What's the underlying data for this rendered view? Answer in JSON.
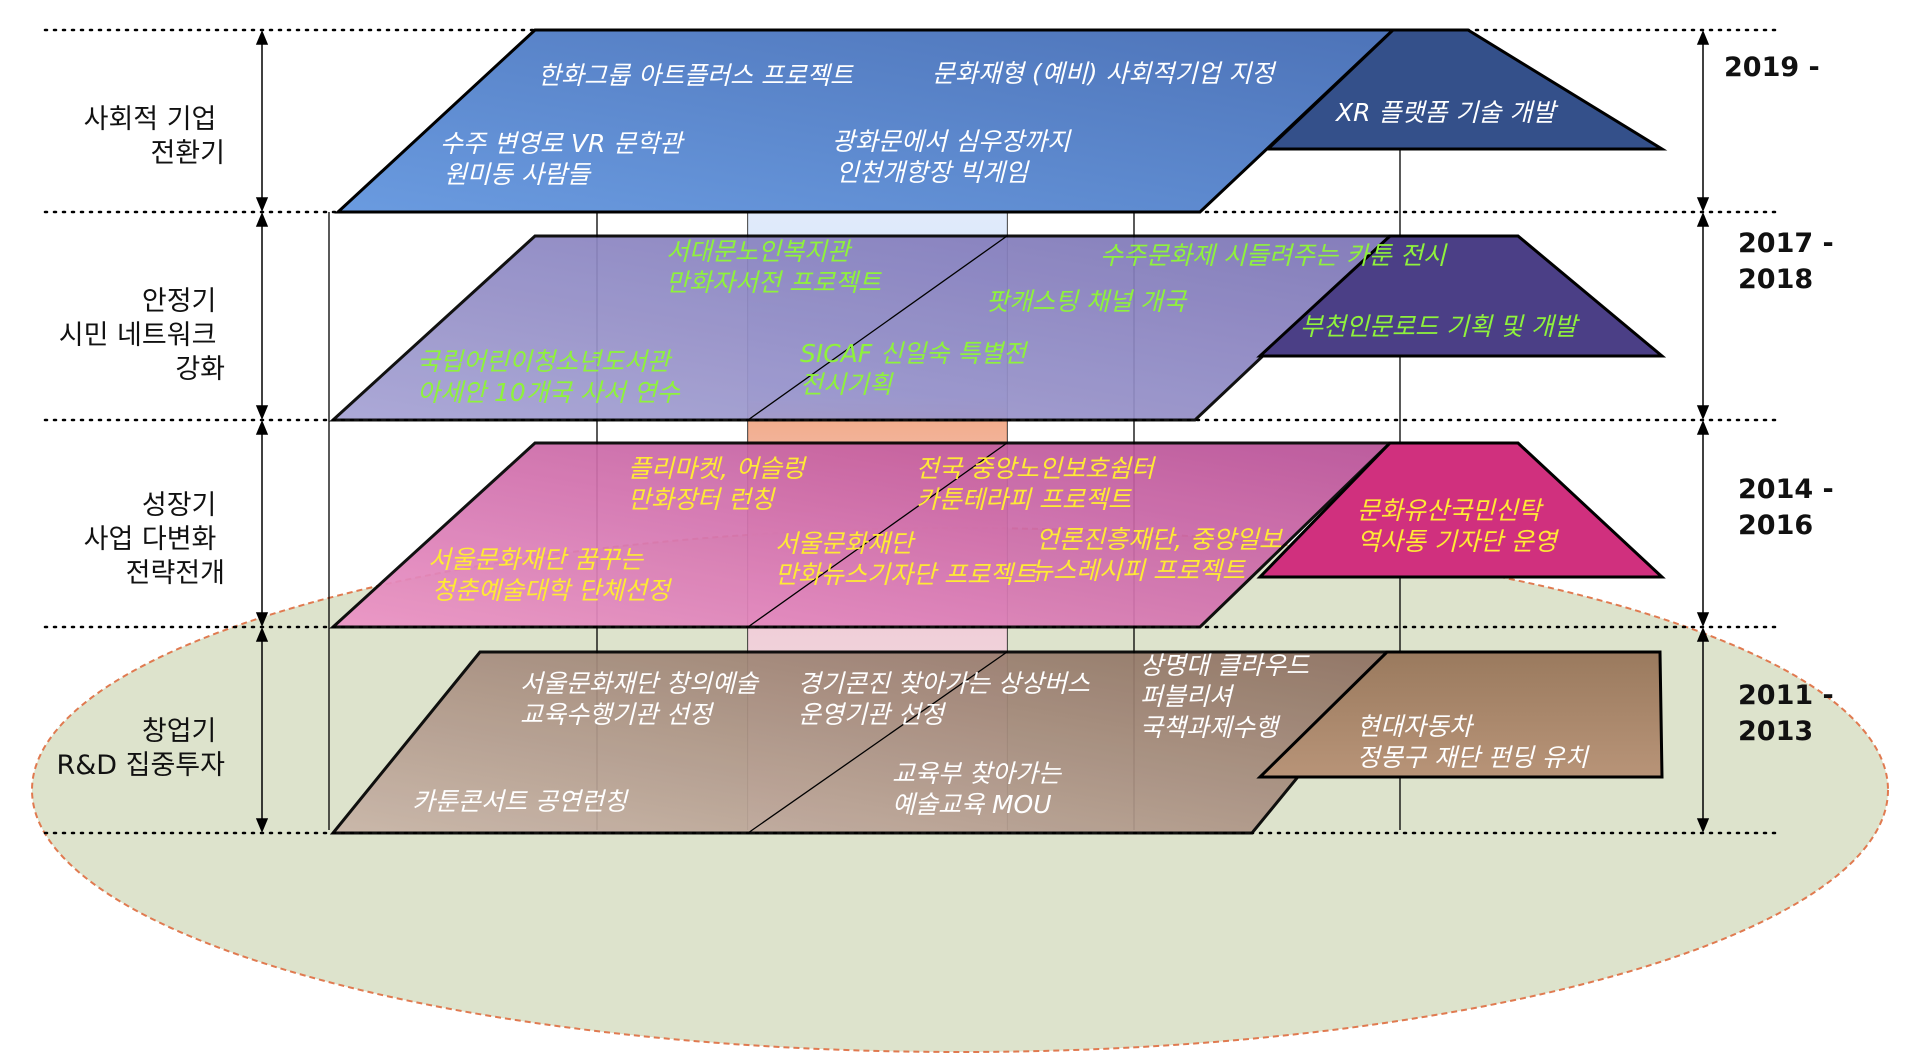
{
  "colors": {
    "layer1": "#5b8ad0",
    "layer1_side": "#34508a",
    "layer2": "#9a98cc",
    "layer2_side": "#4b3f86",
    "layer3": "#d984b8",
    "layer3_side": "#d0307e",
    "layer4": "#b4a093",
    "layer4_side": "#8a6a50",
    "ellipse_fill": "#dde3cc",
    "ellipse_stroke": "#e07a50",
    "text_white": "#ffffff",
    "text_green": "#8ff23c",
    "text_yellow": "#ffea35"
  },
  "stages": [
    {
      "lines": [
        "사회적 기업",
        "전환기"
      ],
      "years": [
        "2019 -"
      ]
    },
    {
      "lines": [
        "안정기",
        "시민 네트워크",
        "강화"
      ],
      "years": [
        "2017 -",
        "2018"
      ]
    },
    {
      "lines": [
        "성장기",
        "사업 다변화",
        "전략전개"
      ],
      "years": [
        "2014 -",
        "2016"
      ]
    },
    {
      "lines": [
        "창업기",
        "R&D 집중투자"
      ],
      "years": [
        "2011 -",
        "2013"
      ]
    }
  ],
  "layers": [
    {
      "items": [
        {
          "lines": [
            "한화그룹 아트플러스 프로젝트"
          ]
        },
        {
          "lines": [
            "문화재형 (예비) 사회적기업 지정"
          ]
        },
        {
          "lines": [
            "수주 변영로 VR 문학관",
            "원미동 사람들"
          ]
        },
        {
          "lines": [
            "광화문에서 심우장까지",
            "인천개항장 빅게임"
          ]
        }
      ],
      "side_items": [
        {
          "lines": [
            "XR 플랫폼 기술 개발"
          ]
        }
      ]
    },
    {
      "items": [
        {
          "lines": [
            "서대문노인복지관",
            "만화자서전 프로젝트"
          ]
        },
        {
          "lines": [
            "수주문화제 시들려주는 카툰 전시"
          ]
        },
        {
          "lines": [
            "팟캐스팅 채널 개국"
          ]
        },
        {
          "lines": [
            "국립어린이청소년도서관",
            "아세안 10개국 사서 연수"
          ]
        },
        {
          "lines": [
            "SICAF 신일숙 특별전",
            "전시기획"
          ]
        }
      ],
      "side_items": [
        {
          "lines": [
            "부천인문로드 기획 및 개발"
          ]
        }
      ]
    },
    {
      "items": [
        {
          "lines": [
            "플리마켓, 어슬렁",
            "만화장터 런칭"
          ]
        },
        {
          "lines": [
            "전국 중앙노인보호쉼터",
            "카툰테라피 프로젝트"
          ]
        },
        {
          "lines": [
            "서울문화재단",
            "만화뉴스기자단 프로젝트"
          ]
        },
        {
          "lines": [
            "언론진흥재단, 중앙일보",
            "뉴스레시피 프로젝트"
          ]
        },
        {
          "lines": [
            "서울문화재단 꿈꾸는",
            "청춘예술대학 단체선정"
          ]
        }
      ],
      "side_items": [
        {
          "lines": [
            "문화유산국민신탁",
            "역사통 기자단 운영"
          ]
        }
      ]
    },
    {
      "items": [
        {
          "lines": [
            "서울문화재단 창의예술",
            "교육수행기관 선정"
          ]
        },
        {
          "lines": [
            "경기콘진 찾아가는 상상버스",
            "운영기관 선정"
          ]
        },
        {
          "lines": [
            "상명대 클라우드",
            "퍼블리셔",
            "국책과제수행"
          ]
        },
        {
          "lines": [
            "카툰콘서트 공연런칭"
          ]
        },
        {
          "lines": [
            "교육부  찾아가는",
            "예술교육 MOU"
          ]
        }
      ],
      "side_items": [
        {
          "lines": [
            "현대자동차",
            "정몽구 재단 펀딩 유치"
          ]
        }
      ]
    }
  ]
}
